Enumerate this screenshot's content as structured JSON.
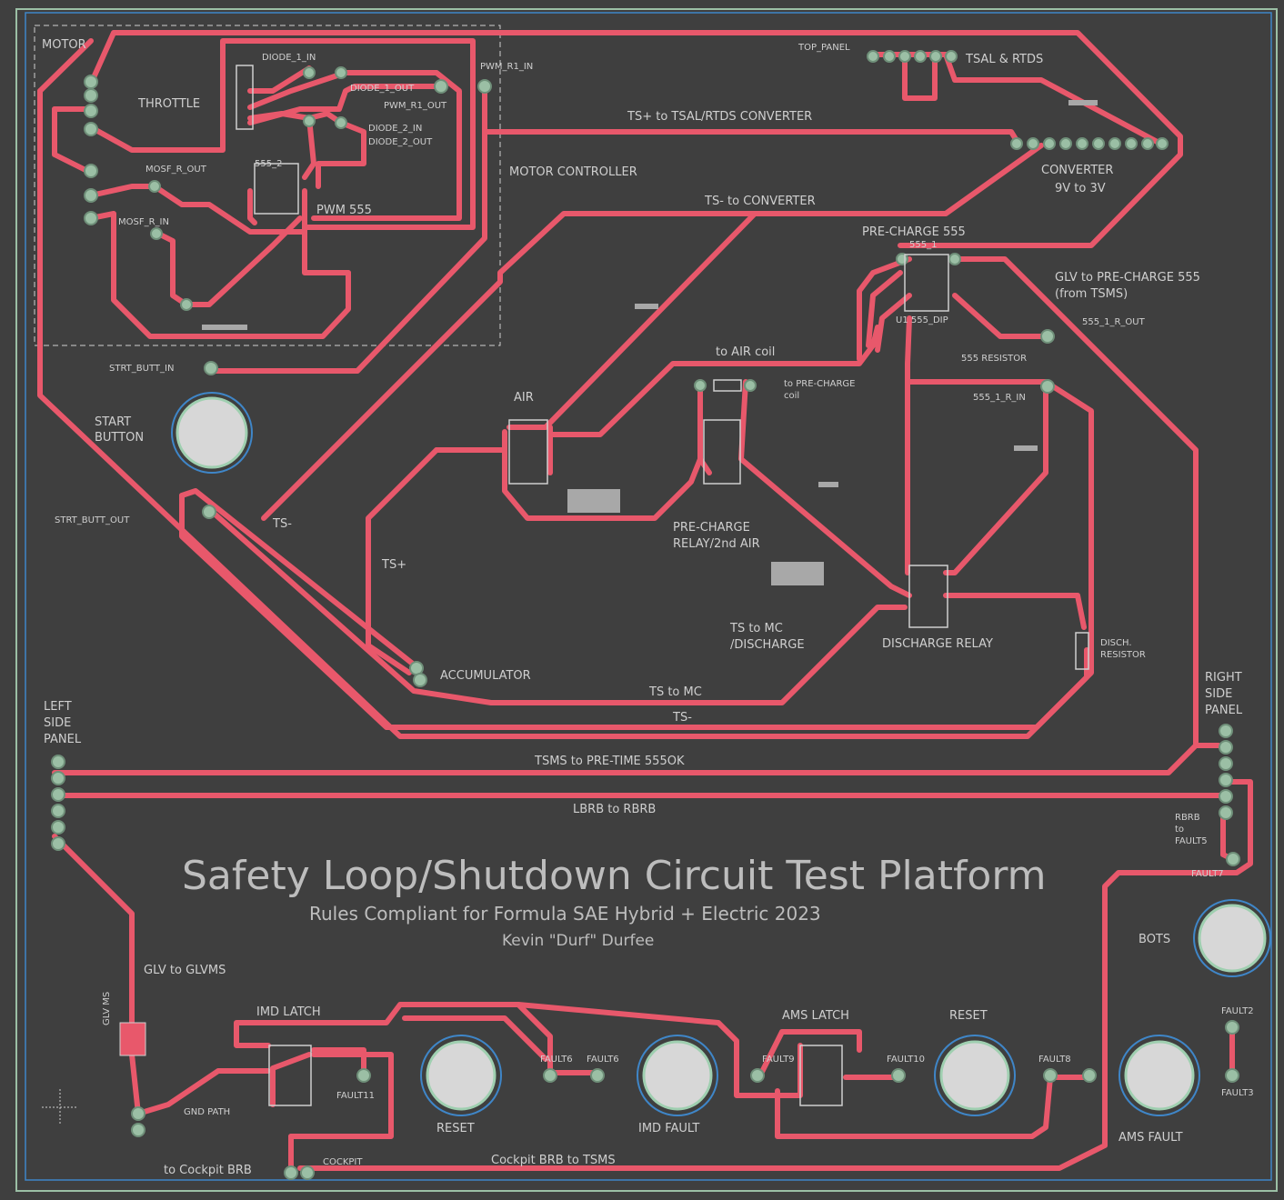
{
  "title": "Safety Loop/Shutdown Circuit Test Platform",
  "subtitle": "Rules Compliant for Formula SAE Hybrid + Electric 2023",
  "author": "Kevin \"Durf\" Durfee",
  "colors": {
    "board": "#3f3f3f",
    "trace": "#e8586b",
    "pad": "#9bbfa5",
    "silk": "#cfcfcf",
    "outline": "#3f86c8"
  },
  "labels": {
    "motor": "MOTOR",
    "throttle": "THROTTLE",
    "motor_controller": "MOTOR CONTROLLER",
    "pwm555": "PWM 555",
    "diode1_in": "DIODE_1_IN",
    "diode1_out": "DIODE_1_OUT",
    "diode2_in": "DIODE_2_IN",
    "diode2_out": "DIODE_2_OUT",
    "pwm_r1_in": "PWM_R1_IN",
    "pwm_r1_out": "PWM_R1_OUT",
    "mosf_r_out": "MOSF_R_OUT",
    "mosf_r_in": "MOSF_R_IN",
    "strt_butt_in": "STRT_BUTT_IN",
    "strt_butt_out": "STRT_BUTT_OUT",
    "start_button_1": "START",
    "start_button_2": "BUTTON",
    "top_panel": "TOP_PANEL",
    "tsal_rtds": "TSAL & RTDS",
    "ts_plus_to_tsal": "TS+ to TSAL/RTDS CONVERTER",
    "converter": "CONVERTER",
    "converter_volt": "9V to 3V",
    "ts_minus_to_converter": "TS- to CONVERTER",
    "precharge555": "PRE-CHARGE 555",
    "glv_precharge_1": "GLV to PRE-CHARGE 555",
    "glv_precharge_2": "(from TSMS)",
    "r555_1_out": "555_1_R_OUT",
    "to_air_coil": "to AIR coil",
    "to_precharge_coil_1": "to PRE-CHARGE",
    "to_precharge_coil_2": "coil",
    "air": "AIR",
    "r555_resistor": "555 RESISTOR",
    "r555_1_in": "555_1_R_IN",
    "ts_minus": "TS-",
    "ts_plus": "TS+",
    "precharge_relay_1": "PRE-CHARGE",
    "precharge_relay_2": "RELAY/2nd AIR",
    "ts_to_mc_1": "TS to MC",
    "ts_to_mc_2": "/DISCHARGE",
    "discharge_relay": "DISCHARGE RELAY",
    "disch_resistor_1": "DISCH.",
    "disch_resistor_2": "RESISTOR",
    "accumulator": "ACCUMULATOR",
    "ts_to_mc": "TS to MC",
    "ts_minus_bottom": "TS-",
    "left_panel_1": "LEFT",
    "left_panel_2": "SIDE",
    "left_panel_3": "PANEL",
    "right_panel_1": "RIGHT",
    "right_panel_2": "SIDE",
    "right_panel_3": "PANEL",
    "tsms_to_pretime": "TSMS to PRE-TIME 555OK",
    "lbrb_to_rbrb": "LBRB to RBRB",
    "rbrb_1": "RBRB",
    "rbrb_2": "to",
    "rbrb_3": "FAULT5",
    "fault7": "FAULT7",
    "bots": "BOTS",
    "glv_to_glvms": "GLV to GLVMS",
    "imd_latch": "IMD LATCH",
    "ams_latch": "AMS LATCH",
    "reset_top": "RESET",
    "reset_bottom": "RESET",
    "imd_fault": "IMD FAULT",
    "ams_fault": "AMS FAULT",
    "gnd_path": "GND PATH",
    "to_cockpit_brb": "to Cockpit BRB",
    "cockpit": "COCKPIT",
    "cockpit_brb_to_tsms": "Cockpit BRB to TSMS",
    "fault11": "FAULT11",
    "fault6a": "FAULT6",
    "fault6b": "FAULT6",
    "fault10": "FAULT10",
    "fault9": "FAULT9",
    "fault8a": "FAULT8",
    "fault2": "FAULT2",
    "fault3": "FAULT3",
    "chip_555_2": "555_2",
    "chip_555_1": "555_1",
    "u555_dip": "U1 555_DIP",
    "glv_ms": "GLV MS"
  }
}
